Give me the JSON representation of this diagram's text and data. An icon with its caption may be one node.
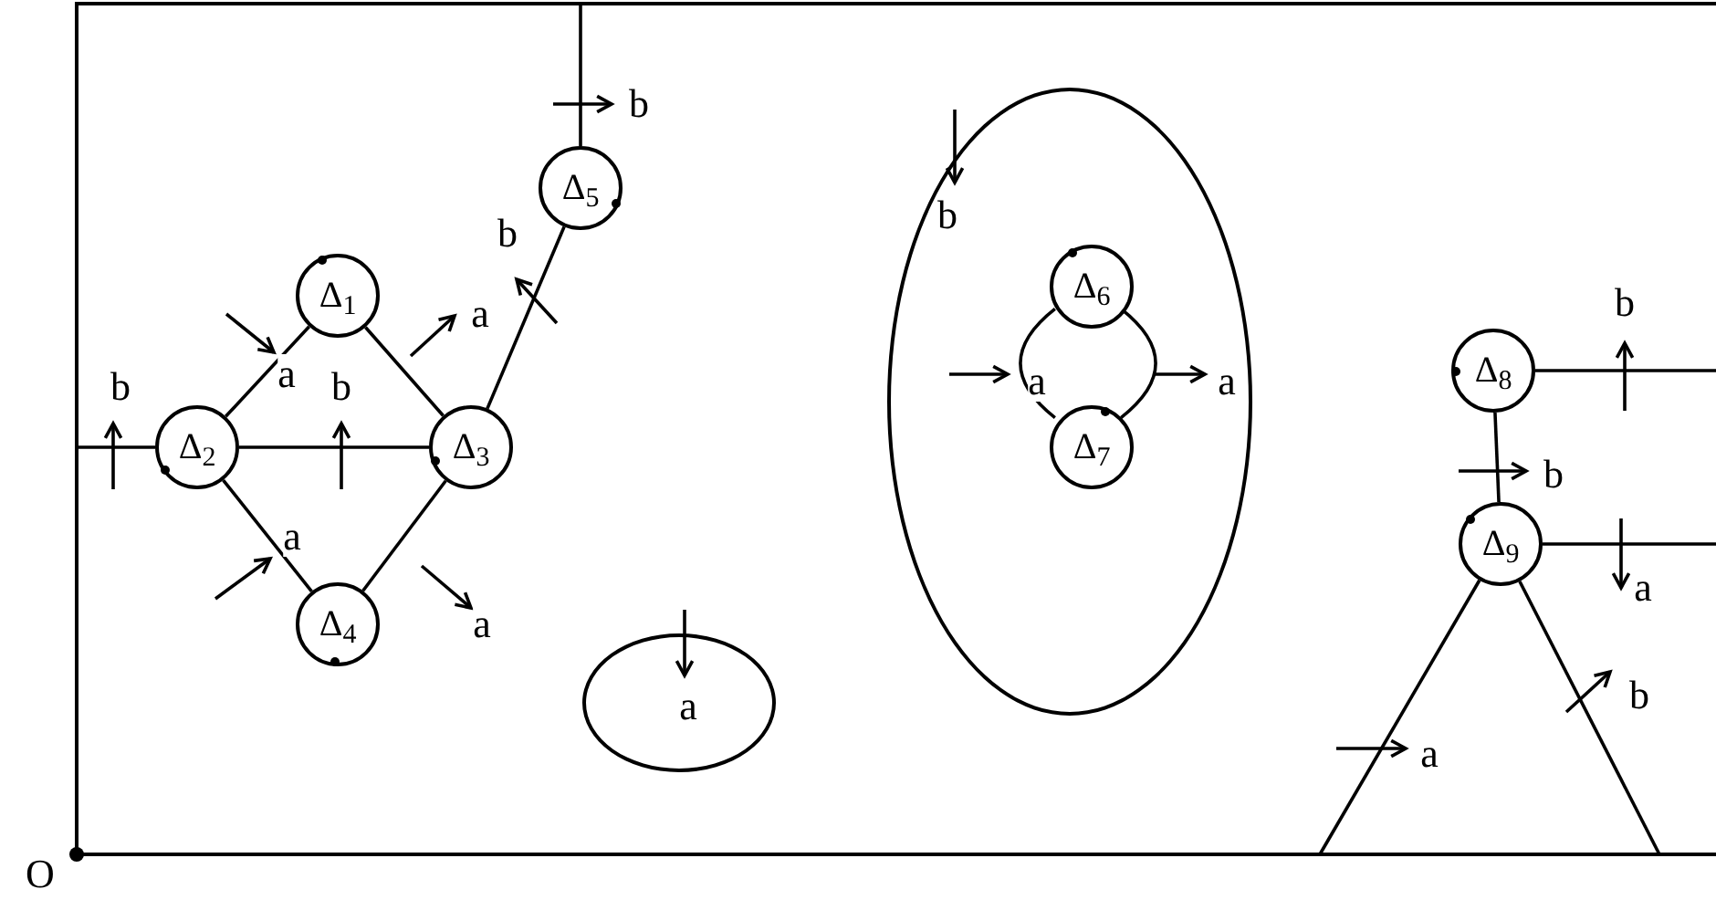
{
  "diagram": {
    "nodes": [
      {
        "text": [
          "Δ$_{1}$"
        ]
      },
      {
        "text": [
          "Δ$_{2}$"
        ]
      },
      {
        "text": [
          "Δ$_{3}$"
        ]
      },
      {
        "text": [
          "Δ$_{4}$"
        ]
      },
      {
        "text": [
          "Δ$_{5}$"
        ]
      },
      {
        "text": [
          "b"
        ]
      },
      {
        "text": [
          "Δ$_{6}$"
        ],
        "in": 5
      },
      {
        "text": [
          "Δ$_{7}$"
        ],
        "in": 5
      },
      {
        "text": [
          "a"
        ]
      },
      {
        "text": [
          "Δ$_{8}$"
        ]
      },
      {
        "text": [
          "Δ$_{9}$"
        ]
      }
    ],
    "edges": [
      {
        "from": null,
        "to": 1,
        "arrow": "none",
        "label": "b"
      },
      {
        "from": 1,
        "to": 0,
        "arrow": "none",
        "label": "a"
      },
      {
        "from": 1,
        "to": 2,
        "arrow": "none",
        "label": "b"
      },
      {
        "from": 0,
        "to": 2,
        "arrow": "none",
        "label": "a"
      },
      {
        "from": 1,
        "to": 3,
        "arrow": "none",
        "label": "a"
      },
      {
        "from": 3,
        "to": 2,
        "arrow": "none",
        "label": "a"
      },
      {
        "from": 2,
        "to": 4,
        "arrow": "none",
        "label": "b"
      },
      {
        "from": 4,
        "to": null,
        "arrow": "none",
        "label": "b"
      },
      {
        "from": 6,
        "to": 7,
        "arrow": "none",
        "label": "a"
      },
      {
        "from": 6,
        "to": 7,
        "arrow": "none",
        "label": "a"
      },
      {
        "from": 9,
        "to": null,
        "arrow": "none",
        "label": "b"
      },
      {
        "from": 9,
        "to": 10,
        "arrow": "none",
        "label": "b"
      },
      {
        "from": 10,
        "to": null,
        "arrow": "none",
        "label": "a"
      },
      {
        "from": 10,
        "to": null,
        "arrow": "none",
        "label": "a"
      },
      {
        "from": 10,
        "to": null,
        "arrow": "none",
        "label": "b"
      }
    ],
    "labels": [
      "O"
    ]
  }
}
